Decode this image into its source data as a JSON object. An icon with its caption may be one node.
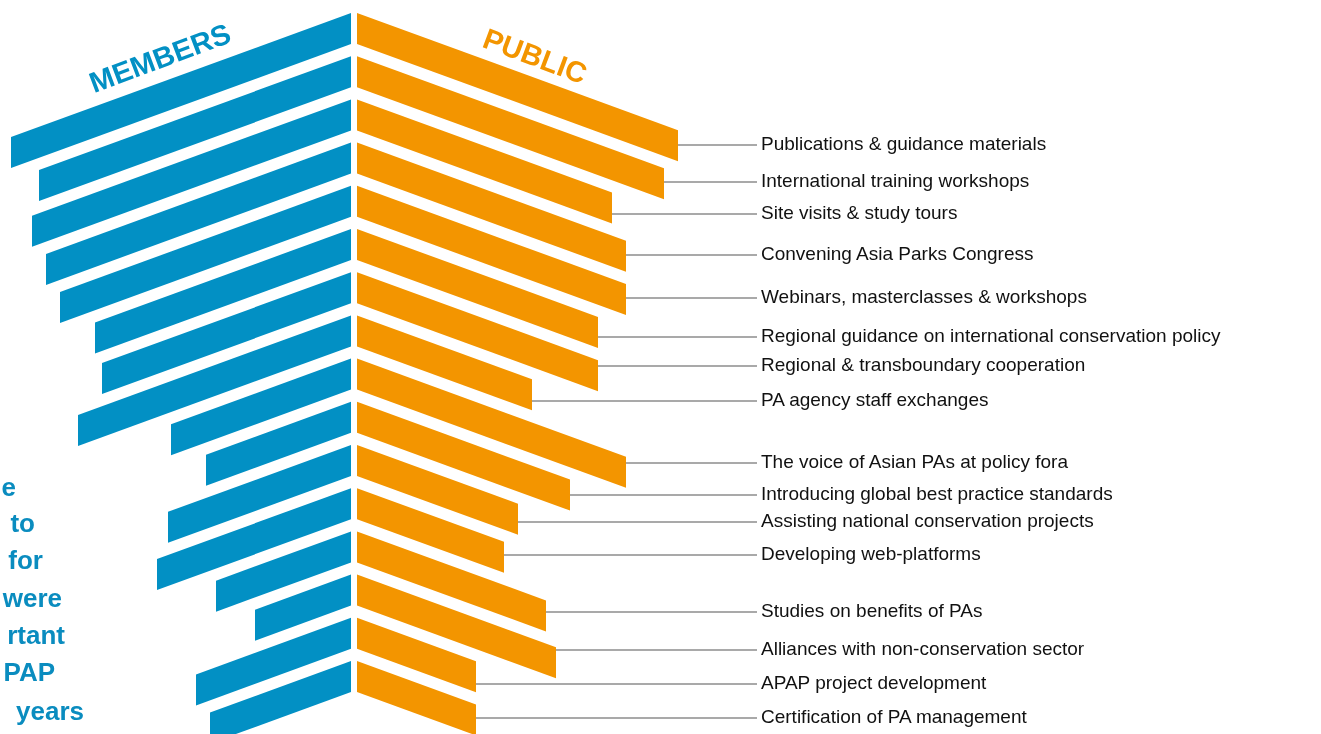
{
  "diagram": {
    "nodes": [
      {
        "text": [
          "Publications & guidance materials"
        ]
      },
      {
        "text": [],
        "shape": "bar"
      },
      {
        "text": [
          "International training workshops"
        ]
      },
      {
        "text": [],
        "shape": "bar"
      },
      {
        "text": [
          "Site visits & study tours"
        ]
      },
      {
        "text": [],
        "shape": "bar"
      },
      {
        "text": [
          "Convening Asia Parks Congress"
        ]
      },
      {
        "text": [],
        "shape": "bar"
      },
      {
        "text": [
          "Webinars, masterclasses & workshops"
        ]
      },
      {
        "text": [],
        "shape": "bar"
      },
      {
        "text": [
          "Regional guidance on international conservation policy"
        ]
      },
      {
        "text": [],
        "shape": "bar"
      },
      {
        "text": [
          "Regional & transboundary cooperation"
        ]
      },
      {
        "text": [],
        "shape": "bar"
      },
      {
        "text": [
          "PA agency staff exchanges"
        ]
      },
      {
        "text": [],
        "shape": "bar"
      },
      {
        "text": [
          "The voice of Asian PAs at policy fora"
        ]
      },
      {
        "text": [],
        "shape": "bar"
      },
      {
        "text": [
          "Introducing global best practice standards"
        ]
      },
      {
        "text": [],
        "shape": "bar"
      },
      {
        "text": [
          "Assisting national conservation projects"
        ]
      },
      {
        "text": [],
        "shape": "bar"
      },
      {
        "text": [
          "Developing web-platforms"
        ]
      },
      {
        "text": [],
        "shape": "bar"
      },
      {
        "text": [
          "Studies on benefits of PAs"
        ]
      },
      {
        "text": [],
        "shape": "bar"
      },
      {
        "text": [
          "Alliances with non-conservation sector"
        ]
      },
      {
        "text": [],
        "shape": "bar"
      },
      {
        "text": [
          "APAP project development"
        ]
      },
      {
        "text": [],
        "shape": "bar"
      },
      {
        "text": [
          "Certification of PA management"
        ]
      },
      {
        "text": [],
        "shape": "bar"
      }
    ],
    "edges": [
      {
        "from": 0,
        "to": 1,
        "arrow": "none"
      },
      {
        "from": 2,
        "to": 3,
        "arrow": "none"
      },
      {
        "from": 4,
        "to": 5,
        "arrow": "none"
      },
      {
        "from": 6,
        "to": 7,
        "arrow": "none"
      },
      {
        "from": 8,
        "to": 9,
        "arrow": "none"
      },
      {
        "from": 10,
        "to": 11,
        "arrow": "none"
      },
      {
        "from": 12,
        "to": 13,
        "arrow": "none"
      },
      {
        "from": 14,
        "to": 15,
        "arrow": "none"
      },
      {
        "from": 16,
        "to": 17,
        "arrow": "none"
      },
      {
        "from": 18,
        "to": 19,
        "arrow": "none"
      },
      {
        "from": 20,
        "to": 21,
        "arrow": "none"
      },
      {
        "from": 22,
        "to": 23,
        "arrow": "none"
      },
      {
        "from": 24,
        "to": 25,
        "arrow": "none"
      },
      {
        "from": 26,
        "to": 27,
        "arrow": "none"
      },
      {
        "from": 28,
        "to": 29,
        "arrow": "none"
      },
      {
        "from": 30,
        "to": 31,
        "arrow": "none"
      }
    ],
    "labels": [
      "MEMBERS",
      "PUBLIC",
      "e",
      "to",
      "for",
      "were",
      "rtant",
      "PAP",
      "years"
    ]
  }
}
